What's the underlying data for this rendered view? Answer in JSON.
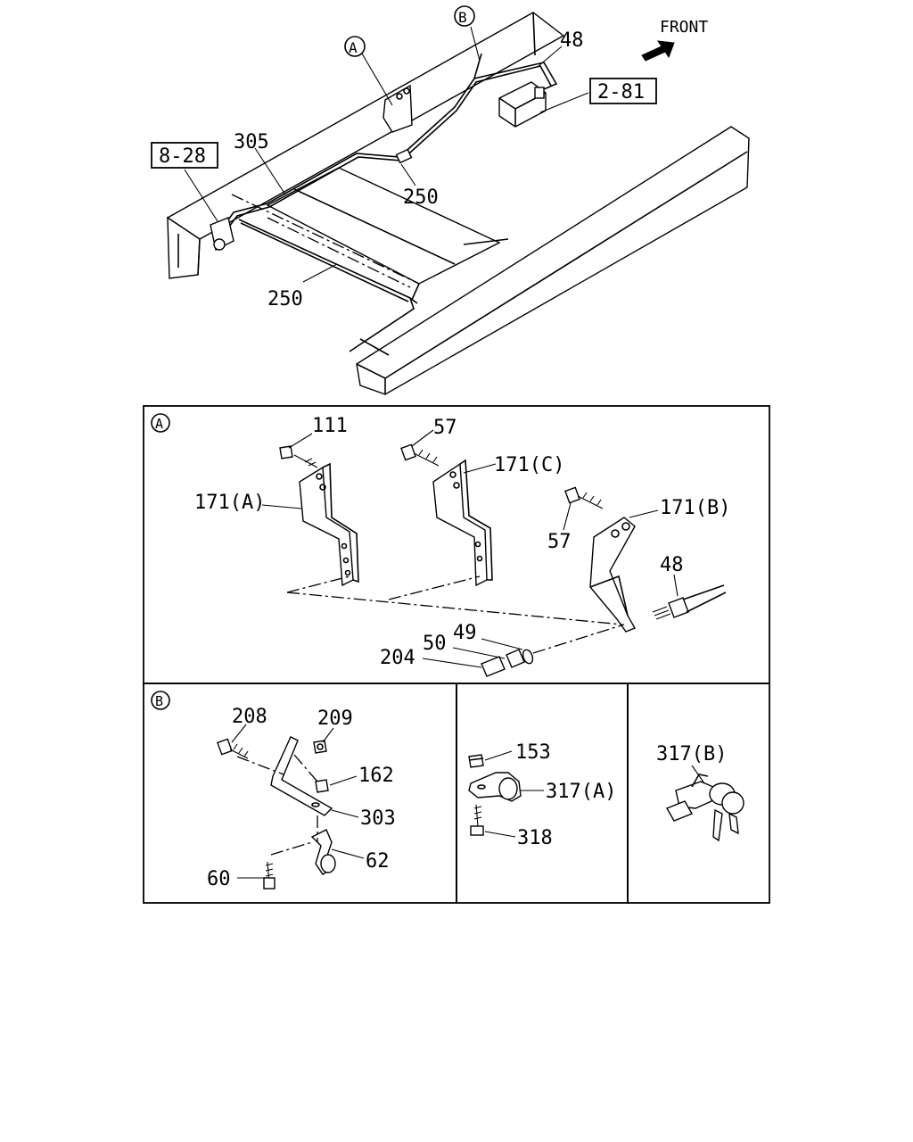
{
  "front_label": "FRONT",
  "refs": {
    "r_2_81": "2-81",
    "r_8_28": "8-28"
  },
  "circles": {
    "a": "A",
    "b": "B"
  },
  "overview_labels": {
    "l48": "48",
    "l305": "305",
    "l250a": "250",
    "l250b": "250"
  },
  "panel_a": {
    "marker": "A",
    "labels": {
      "l111": "111",
      "l57a": "57",
      "l171c": "171(C)",
      "l171a": "171(A)",
      "l57b": "57",
      "l171b": "171(B)",
      "l48": "48",
      "l49": "49",
      "l50": "50",
      "l204": "204"
    }
  },
  "panel_b": {
    "marker": "B",
    "labels": {
      "l208": "208",
      "l209": "209",
      "l162": "162",
      "l303": "303",
      "l62": "62",
      "l60": "60"
    }
  },
  "panel_c": {
    "labels": {
      "l153": "153",
      "l317a": "317(A)",
      "l318": "318"
    }
  },
  "panel_d": {
    "labels": {
      "l317b": "317(B)"
    }
  }
}
